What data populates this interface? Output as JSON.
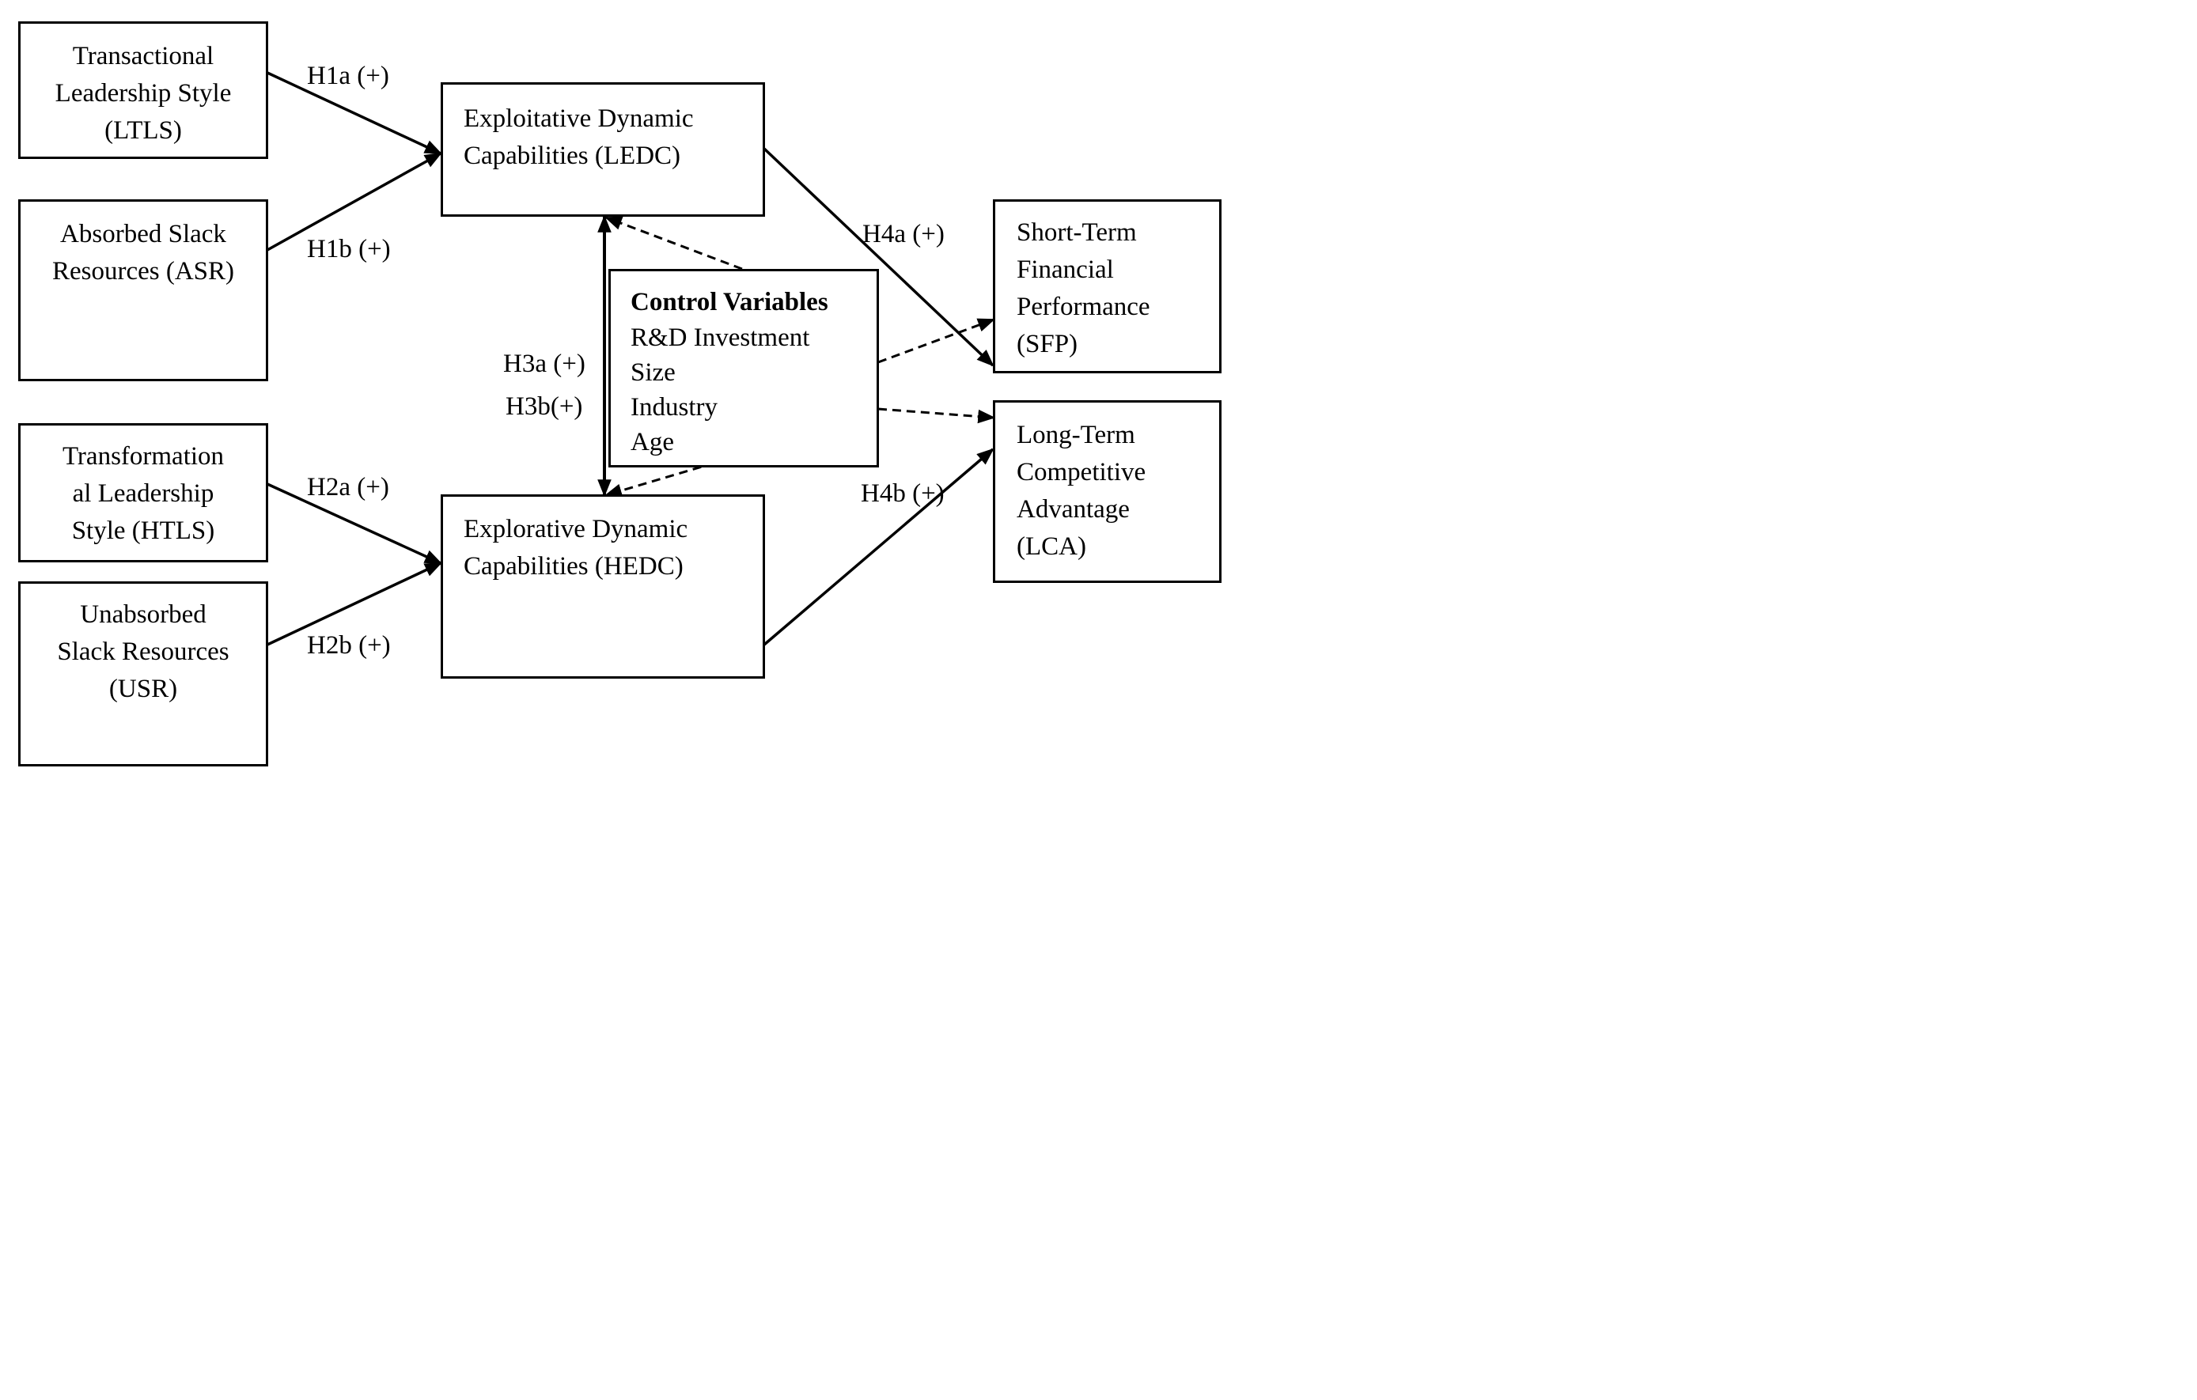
{
  "nodes": {
    "ltls": {
      "lines": [
        "Transactional",
        "Leadership Style",
        "(LTLS)"
      ]
    },
    "asr": {
      "lines": [
        "Absorbed Slack",
        "Resources (ASR)"
      ]
    },
    "htls": {
      "lines": [
        "Transformation",
        "al Leadership",
        "Style (HTLS)"
      ]
    },
    "usr": {
      "lines": [
        "Unabsorbed",
        "Slack Resources",
        "(USR)"
      ]
    },
    "ledc": {
      "lines": [
        "Exploitative Dynamic",
        "Capabilities (LEDC)"
      ]
    },
    "hedc": {
      "lines": [
        "Explorative Dynamic",
        "Capabilities (HEDC)"
      ]
    },
    "control": {
      "title": "Control Variables",
      "items": [
        "R&D Investment",
        "Size",
        "Industry",
        "Age"
      ]
    },
    "sfp": {
      "lines": [
        "Short-Term",
        "Financial",
        "Performance",
        "(SFP)"
      ]
    },
    "lca": {
      "lines": [
        "Long-Term",
        "Competitive",
        "Advantage",
        "(LCA)"
      ]
    }
  },
  "hypotheses": {
    "h1a": "H1a (+)",
    "h1b": "H1b (+)",
    "h2a": "H2a (+)",
    "h2b": "H2b (+)",
    "h3a": "H3a (+)",
    "h3b": "H3b(+)",
    "h4a": "H4a (+)",
    "h4b": "H4b (+)"
  },
  "colors": {
    "line": "#000000",
    "background": "#ffffff"
  }
}
